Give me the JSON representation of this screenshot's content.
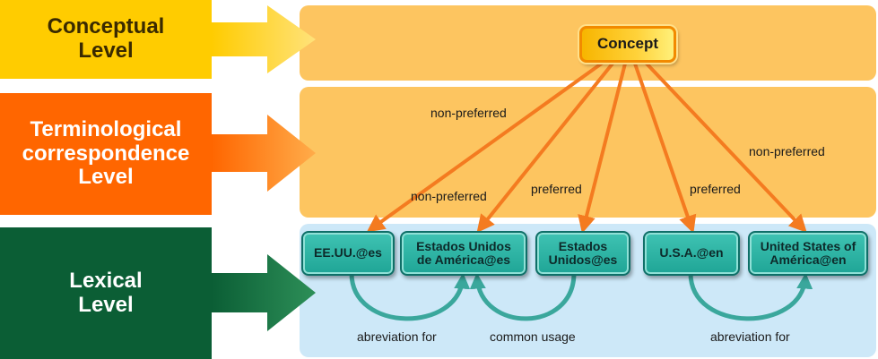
{
  "levels": {
    "conceptual": "Conceptual\nLevel",
    "terminological": "Terminological\ncorrespondence\nLevel",
    "lexical": "Lexical\nLevel"
  },
  "concept": "Concept",
  "lexical_entries": [
    "EE.UU.@es",
    "Estados Unidos\nde América@es",
    "Estados\nUnidos@es",
    "U.S.A.@en",
    "United States of\nAmérica@en"
  ],
  "term_relations": {
    "left_top": "non-preferred",
    "left_bottom": "non-preferred",
    "mid": "preferred",
    "right_mid": "preferred",
    "right_top": "non-preferred"
  },
  "lexical_relations": {
    "first": "abreviation for",
    "second": "common usage",
    "third": "abreviation for"
  },
  "colors": {
    "conceptual": "#ffcc00",
    "terminological": "#ff6600",
    "lexical": "#0b5e35",
    "band_concept": "#fdc560",
    "band_term": "#fdc560",
    "band_lexical": "#cde8f8",
    "edge": "#f47b20",
    "lexical_arrow": "#3aa79c"
  }
}
